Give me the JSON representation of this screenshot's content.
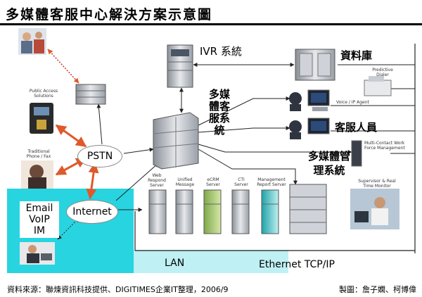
{
  "title": "多媒體客服中心解決方案示意圖",
  "labels": {
    "ivr": "IVR 系統",
    "database": "資料庫",
    "multimedia_system": "多媒體客服系統",
    "customer_service": "客服人員",
    "multimedia_mgmt": "多媒體管理系統",
    "pstn": "PSTN",
    "internet": "Internet",
    "email_lines": [
      "Email",
      "VoIP",
      "IM"
    ],
    "lan": "LAN",
    "ethernet": "Ethernet TCP/IP"
  },
  "small_labels": {
    "public_access": "Public Access Solutions",
    "traditional_phone": "Traditional Phone / Fax",
    "predictive_dialer": "Predictive Dialer",
    "voice_ip_agent": "Voice / IP Agent",
    "multi_contact": "Multi-Contact Work Force Management",
    "web_respond": "Web Respond Server",
    "unified_message": "Unified Message",
    "ecrm_server": "eCRM Server",
    "cti_server": "CTI Server",
    "mgmt_report": "Management Report Server",
    "supervisor": "Supervisor & Real Time Monitor"
  },
  "footer": {
    "source": "資料來源：聯煉資訊科技提供、DIGITIMES企業IT整理，2006/9",
    "credit": "製圖：詹子嫻、柯博偉"
  },
  "colors": {
    "cyan_region": "#28d4e0",
    "lan_strip": "#bff0f3",
    "orange_arrow": "#e0592a",
    "line": "#222222"
  }
}
